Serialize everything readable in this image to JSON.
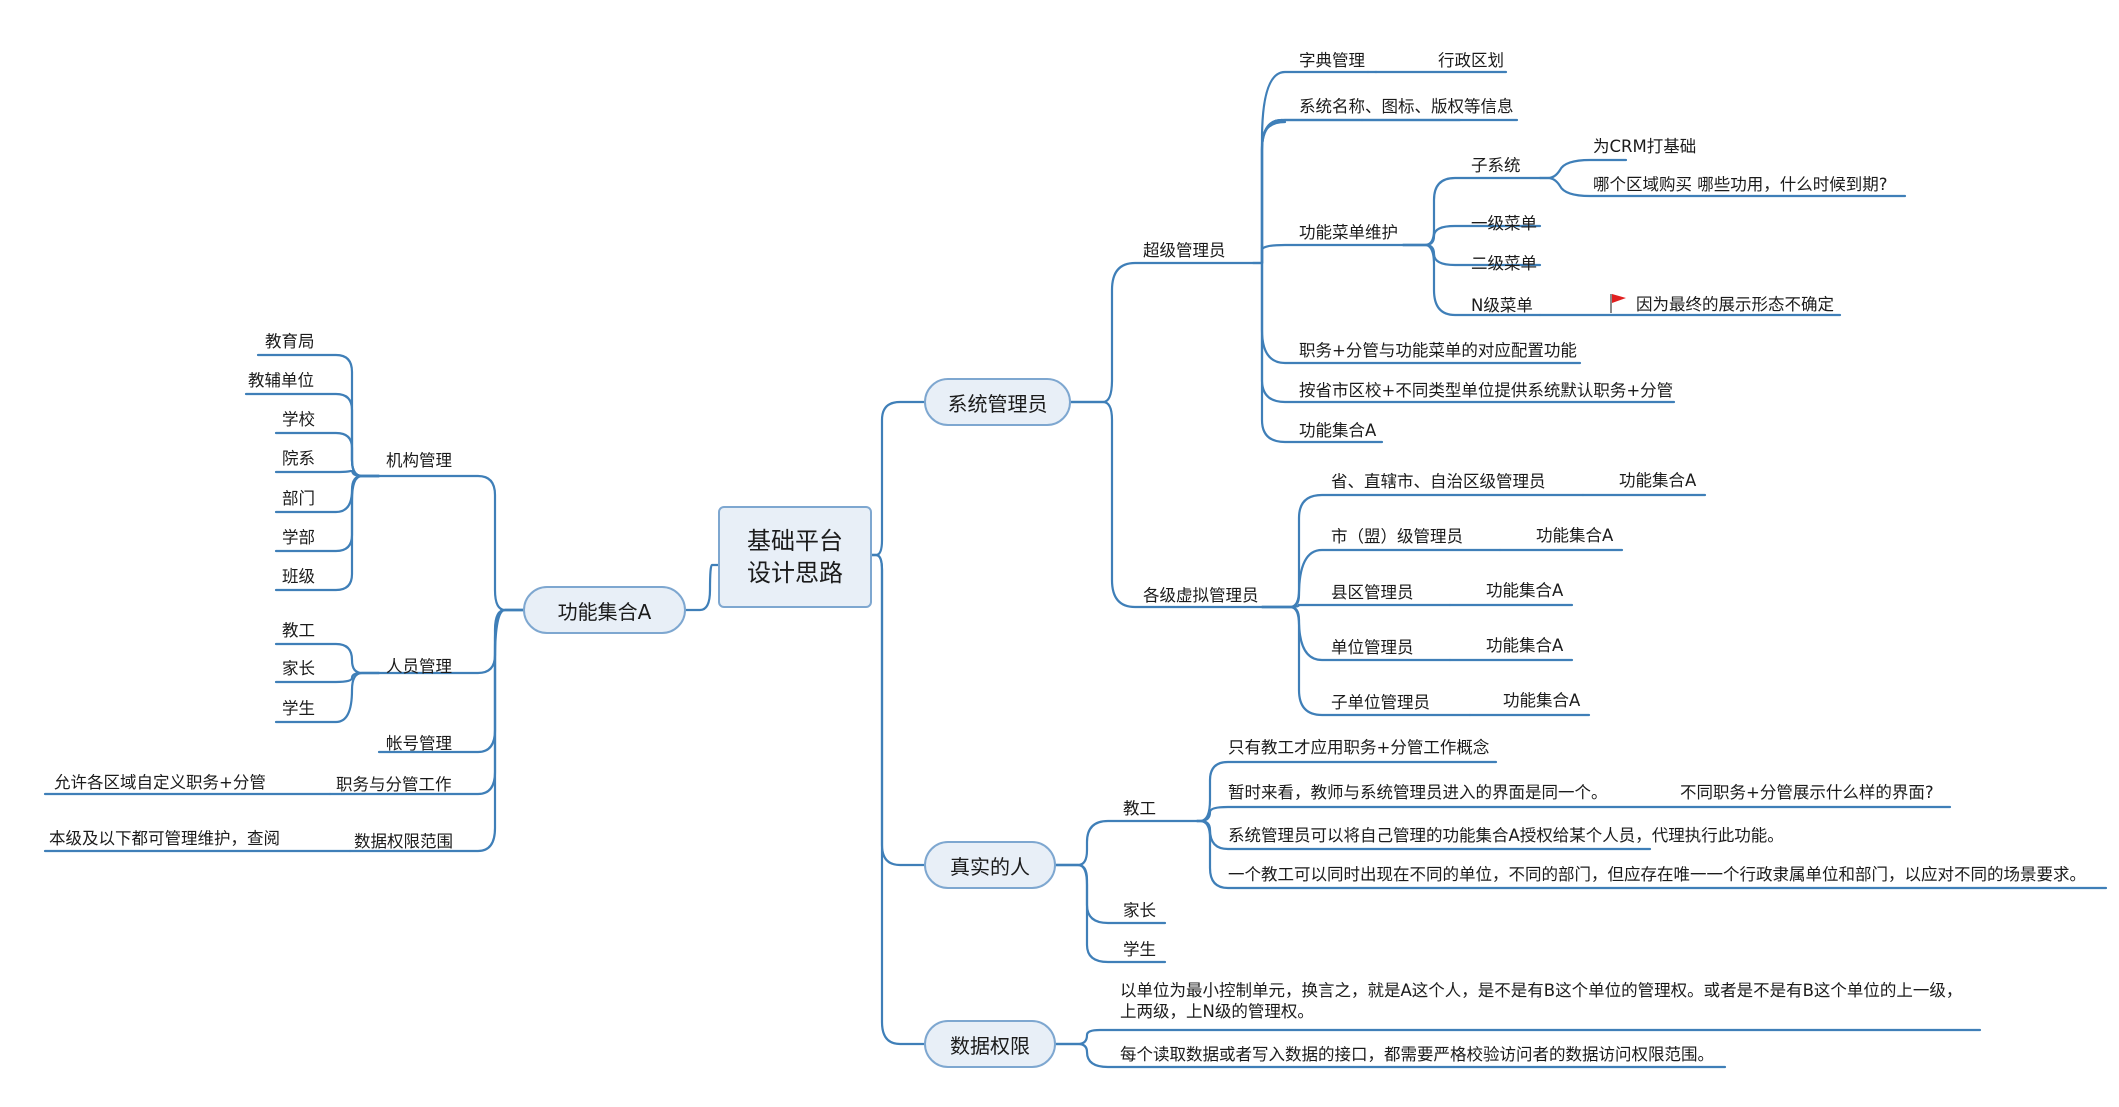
{
  "root": [
    "基础平台",
    "设计思路"
  ],
  "branches": {
    "sys_admin": "系统管理员",
    "real_people": "真实的人",
    "data_perm": "数据权限",
    "func_set": "功能集合A"
  },
  "super_admin": {
    "label": "超级管理员",
    "dict": "字典管理",
    "region": "行政区划",
    "sysname": "系统名称、图标、版权等信息",
    "menu": "功能菜单维护",
    "subsystem": "子系统",
    "crm": "为CRM打基础",
    "which": "哪个区域购买 哪些功用，什么时候到期?",
    "menu1": "一级菜单",
    "menu2": "二级菜单",
    "menun": "N级菜单",
    "menun_note": "因为最终的展示形态不确定",
    "duty_map": "职务+分管与功能菜单的对应配置功能",
    "default_duty": "按省市区校+不同类型单位提供系统默认职务+分管",
    "funcA": "功能集合A"
  },
  "virtual_admin": {
    "label": "各级虚拟管理员",
    "items": [
      {
        "name": "省、直辖市、自治区级管理员",
        "func": "功能集合A"
      },
      {
        "name": "市（盟）级管理员",
        "func": "功能集合A"
      },
      {
        "name": "县区管理员",
        "func": "功能集合A"
      },
      {
        "name": "单位管理员",
        "func": "功能集合A"
      },
      {
        "name": "子单位管理员",
        "func": "功能集合A"
      }
    ]
  },
  "teacher": {
    "label": "教工",
    "n1": "只有教工才应用职务+分管工作概念",
    "n2": "暂时来看，教师与系统管理员进入的界面是同一个。",
    "n2b": "不同职务+分管展示什么样的界面?",
    "n3": "系统管理员可以将自己管理的功能集合A授权给某个人员，代理执行此功能。",
    "n4": "一个教工可以同时出现在不同的单位，不同的部门，但应存在唯一一个行政隶属单位和部门，以应对不同的场景要求。"
  },
  "parent": "家长",
  "student": "学生",
  "data_perm_notes": {
    "n1": "以单位为最小控制单元，换言之，就是A这个人，是不是有B这个单位的管理权。或者是不是有B这个单位的上一级，上两级，上N级的管理权。",
    "n2": "每个读取数据或者写入数据的接口，都需要严格校验访问者的数据访问权限范围。"
  },
  "org": {
    "label": "机构管理",
    "items": [
      "教育局",
      "教辅单位",
      "学校",
      "院系",
      "部门",
      "学部",
      "班级"
    ]
  },
  "person": {
    "label": "人员管理",
    "items": [
      "教工",
      "家长",
      "学生"
    ]
  },
  "account": "帐号管理",
  "duty": {
    "label": "职务与分管工作",
    "note": "允许各区域自定义职务+分管"
  },
  "scope": {
    "label": "数据权限范围",
    "note": "本级及以下都可管理维护，查阅"
  },
  "colors": {
    "line": "#3f7fb8",
    "box_fill": "#e8eff7",
    "box_border": "#7ea7d0",
    "flag": "#e02020"
  }
}
